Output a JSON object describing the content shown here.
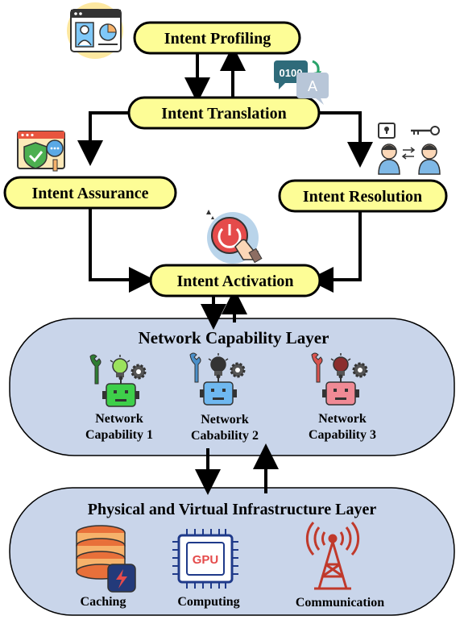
{
  "nodes": {
    "profiling": "Intent Profiling",
    "translation": "Intent Translation",
    "assurance": "Intent Assurance",
    "resolution": "Intent Resolution",
    "activation": "Intent Activation"
  },
  "icons": {
    "translation_code": "0100",
    "translation_letter": "A"
  },
  "network_layer": {
    "title": "Network Capability Layer",
    "capabilities": [
      {
        "line1": "Network",
        "line2": "Capability 1",
        "color": "#3ecf4a"
      },
      {
        "line1": "Network",
        "line2": "Cabability 2",
        "color": "#6fb8f0"
      },
      {
        "line1": "Network",
        "line2": "Capability 3",
        "color": "#f08a95"
      }
    ]
  },
  "infra_layer": {
    "title": "Physical and Virtual Infrastructure Layer",
    "items": {
      "caching": "Caching",
      "computing": "Computing",
      "communication": "Communication",
      "gpu": "GPU"
    }
  },
  "colors": {
    "pill_fill": "#fdfd96",
    "layer_fill": "#c9d5ea",
    "arrow": "#000000"
  }
}
